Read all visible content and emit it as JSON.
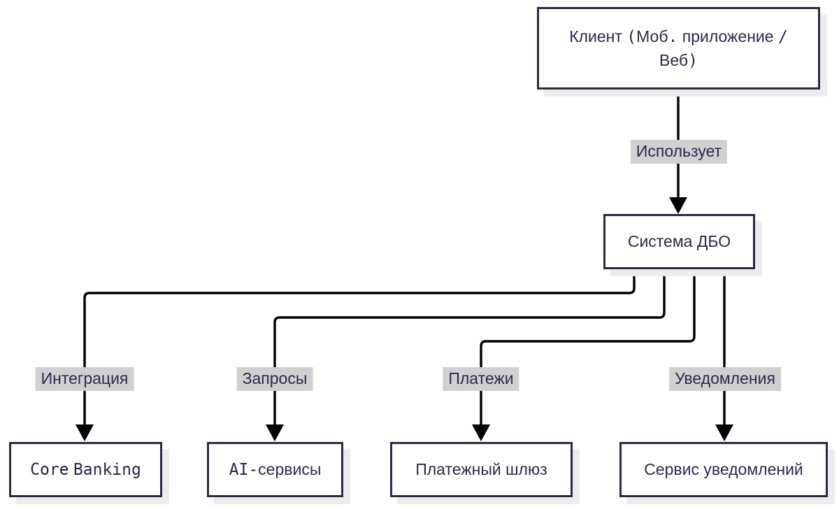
{
  "diagram": {
    "type": "flowchart",
    "direction": "top-down",
    "colors": {
      "background": "#ffffff",
      "node_fill": "#ffffff",
      "node_border": "#2a2a44",
      "text": "#2a2a4f",
      "edge_line": "#000000",
      "edge_label_bg": "#d0d0d0",
      "node_shadow": "#ececec"
    },
    "nodes": {
      "client": {
        "label": "Клиент (Моб. приложение / Веб)",
        "line1": "Клиент (Моб. приложение /",
        "line2": "Веб)"
      },
      "dbo": {
        "label": "Система ДБО"
      },
      "core_banking": {
        "label": "Core Banking"
      },
      "ai_services": {
        "label": "AI-сервисы"
      },
      "payment_gateway": {
        "label": "Платежный шлюз"
      },
      "notification_service": {
        "label": "Сервис уведомлений"
      }
    },
    "edges": [
      {
        "from": "client",
        "to": "dbo",
        "label": "Использует"
      },
      {
        "from": "dbo",
        "to": "core_banking",
        "label": "Интеграция"
      },
      {
        "from": "dbo",
        "to": "ai_services",
        "label": "Запросы"
      },
      {
        "from": "dbo",
        "to": "payment_gateway",
        "label": "Платежи"
      },
      {
        "from": "dbo",
        "to": "notification_service",
        "label": "Уведомления"
      }
    ]
  }
}
